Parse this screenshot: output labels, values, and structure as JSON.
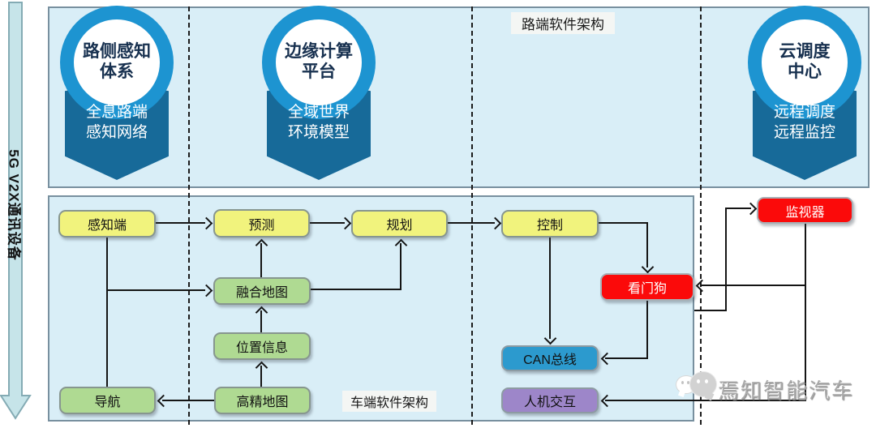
{
  "side_arrow": {
    "label": "5G V2X通讯设备"
  },
  "roadside_panel": {
    "label": "路端软件架构",
    "badges": [
      {
        "title": "路侧感知\n体系",
        "subtitle": "全息路端\n感知网络"
      },
      {
        "title": "边缘计算\n平台",
        "subtitle": "全域世界\n环境模型"
      },
      {
        "title": "云调度\n中心",
        "subtitle": "远程调度\n远程监控"
      }
    ]
  },
  "vehicle_panel": {
    "label": "车端软件架构",
    "nodes": {
      "perception": "感知端",
      "prediction": "预测",
      "planning": "规划",
      "control": "控制",
      "fusion_map": "融合地图",
      "position_info": "位置信息",
      "hd_map": "高精地图",
      "navigation": "导航",
      "watchdog": "看门狗",
      "can_bus": "CAN总线",
      "hmi": "人机交互"
    }
  },
  "external": {
    "monitor": "监视器"
  },
  "watermark": {
    "text": "焉知智能汽车",
    "icon": "wechat-bubbles-icon"
  },
  "colors": {
    "panel_fill": "#d9eef7",
    "panel_border": "#78909f",
    "badge_circle": "#1d94d1",
    "badge_ribbon": "#176a99",
    "node_yellow": "#f1f37d",
    "node_green": "#afda92",
    "node_red": "#fb0a0a",
    "node_blue": "#2c9ace",
    "node_purple": "#9d86c9",
    "side_arrow_fill": "#c6e4e9",
    "line": "#151515"
  }
}
